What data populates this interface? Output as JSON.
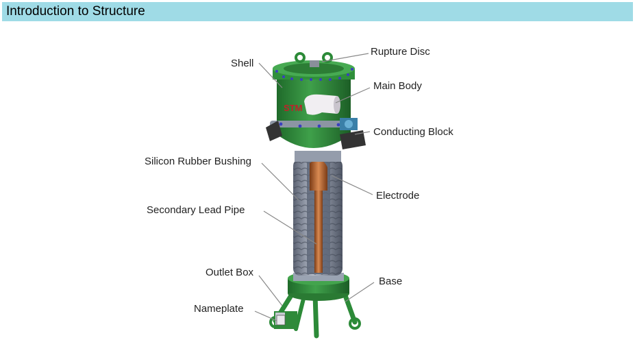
{
  "header": {
    "title": "Introduction to Structure"
  },
  "labels": {
    "rupture_disc": "Rupture Disc",
    "shell": "Shell",
    "main_body": "Main Body",
    "conducting_block": "Conducting Block",
    "silicon_rubber_bushing": "Silicon Rubber Bushing",
    "electrode": "Electrode",
    "secondary_lead_pipe": "Secondary Lead Pipe",
    "outlet_box": "Outlet Box",
    "base": "Base",
    "nameplate": "Nameplate"
  },
  "colors": {
    "header_bg": "#9fdbe6",
    "green_body": "#2f8a3a",
    "bushing_grey": "#8e96a6",
    "electrode_copper": "#b5642e"
  }
}
